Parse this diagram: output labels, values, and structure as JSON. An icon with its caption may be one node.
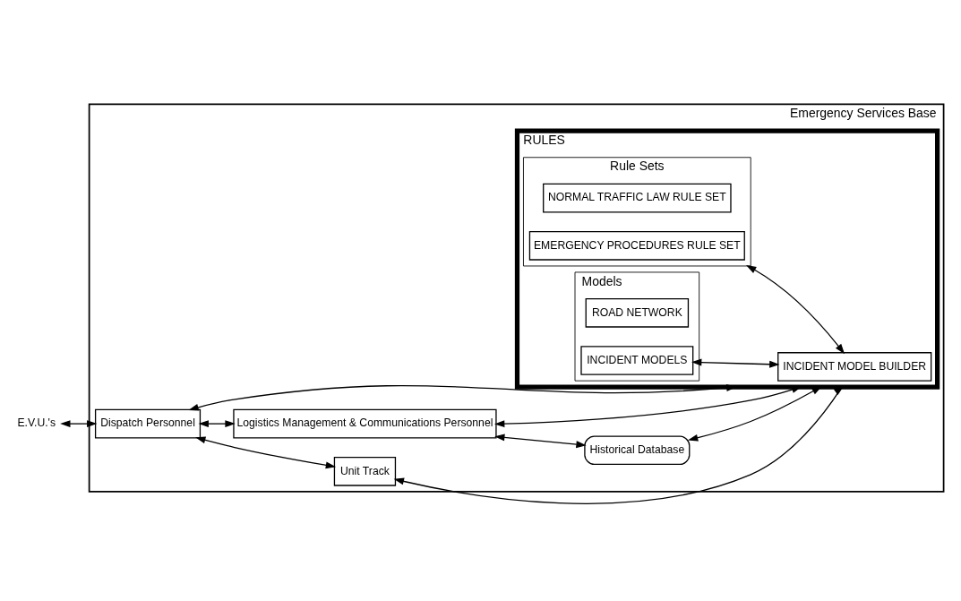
{
  "diagram": {
    "nodes": [
      {
        "text": [
          "E.V.U.'s"
        ]
      },
      {
        "text": [
          "Emergency Services Base"
        ]
      },
      {
        "text": [
          "Dispatch Personnel"
        ],
        "in": 1
      },
      {
        "text": [
          "Unit Track"
        ],
        "in": 1
      },
      {
        "text": [
          "Logistics Management & Communications Personnel"
        ],
        "in": 1
      },
      {
        "text": [
          "Historical Database"
        ],
        "in": 1
      },
      {
        "text": [
          "RULES"
        ],
        "in": 1
      },
      {
        "text": [
          "Rule Sets"
        ],
        "in": 6
      },
      {
        "text": [
          "NORMAL TRAFFIC LAW RULE SET"
        ],
        "in": 7
      },
      {
        "text": [
          "EMERGENCY PROCEDURES RULE SET"
        ],
        "in": 7
      },
      {
        "text": [
          "Models"
        ],
        "in": 6
      },
      {
        "text": [
          "ROAD NETWORK"
        ],
        "in": 10
      },
      {
        "text": [
          "INCIDENT MODELS"
        ],
        "in": 10
      },
      {
        "text": [
          "INCIDENT MODEL BUILDER"
        ],
        "in": 6
      }
    ],
    "edges": [
      {
        "from": 0,
        "to": 2,
        "arrow": "both"
      },
      {
        "from": 2,
        "to": 3,
        "arrow": "both"
      },
      {
        "from": 3,
        "to": 6,
        "arrow": "both"
      },
      {
        "from": 2,
        "to": 6,
        "arrow": "both"
      },
      {
        "from": 2,
        "to": 4,
        "arrow": "both"
      },
      {
        "from": 4,
        "to": 6,
        "arrow": "both"
      },
      {
        "from": 4,
        "to": 5,
        "arrow": "both"
      },
      {
        "from": 5,
        "to": 6,
        "arrow": "both"
      },
      {
        "from": 12,
        "to": 13,
        "arrow": "both"
      },
      {
        "from": 7,
        "to": 13,
        "arrow": "both"
      }
    ]
  }
}
